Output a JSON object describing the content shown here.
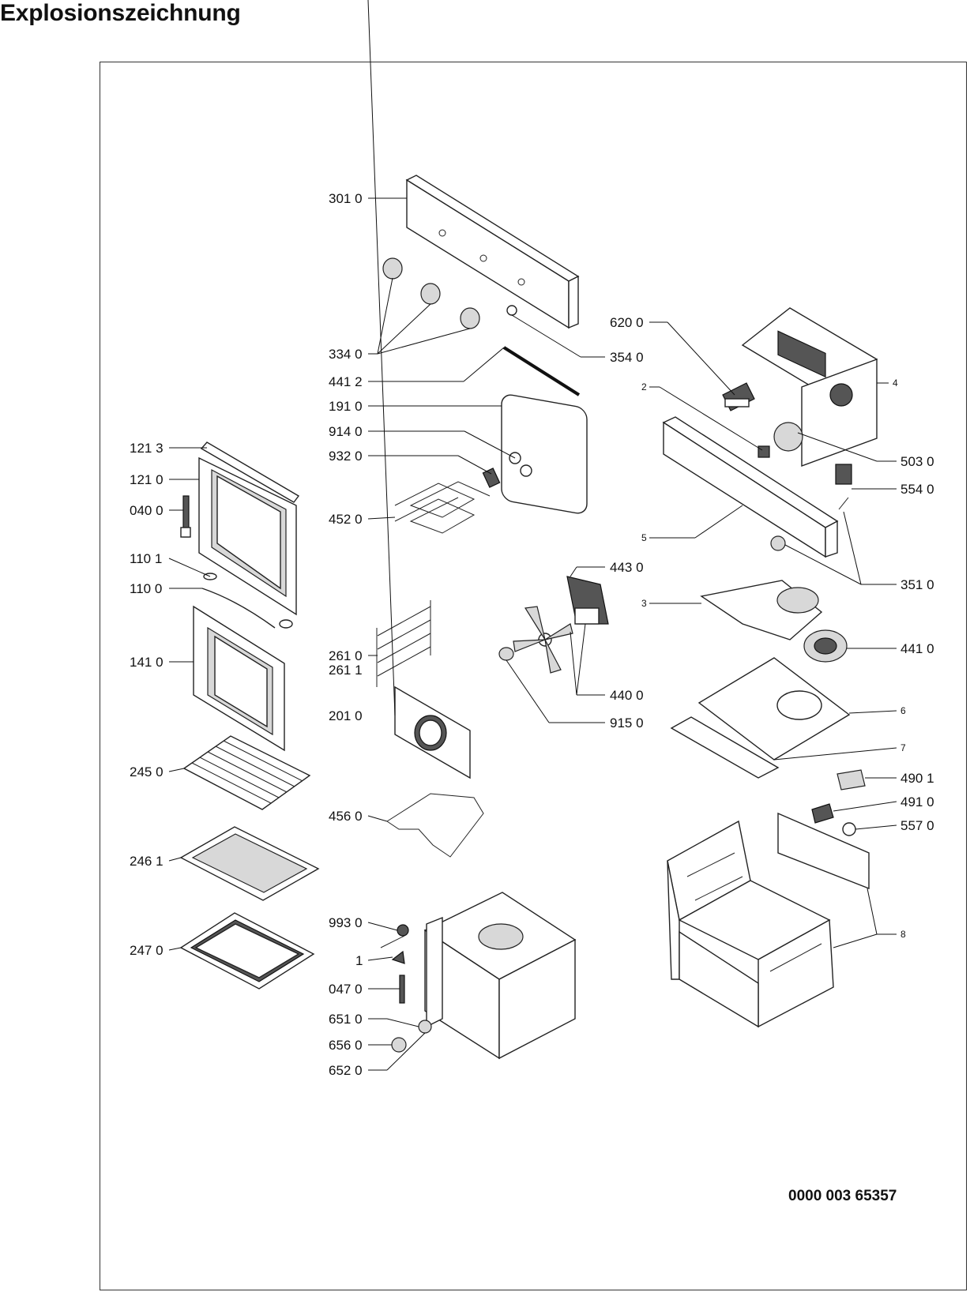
{
  "title": "Explosionszeichnung",
  "document_number": "0000 003 65357",
  "callouts": {
    "c3010": "301 0",
    "c3340": "334 0",
    "c3540": "354 0",
    "c4412": "441 2",
    "c1910": "191 0",
    "c9140": "914 0",
    "c9320": "932 0",
    "c4520": "452 0",
    "c6200": "620 0",
    "c4": "4",
    "c2": "2",
    "c5030": "503 0",
    "c5540": "554 0",
    "c5": "5",
    "c3510": "351 0",
    "c4430": "443 0",
    "c3": "3",
    "c4410": "441 0",
    "c4400": "440 0",
    "c9150": "915 0",
    "c6": "6",
    "c7": "7",
    "c4901": "490 1",
    "c4910": "491 0",
    "c5570": "557 0",
    "c8": "8",
    "c1213": "121 3",
    "c1210": "121 0",
    "c0400": "040 0",
    "c1101": "110 1",
    "c1100": "110 0",
    "c1410": "141 0",
    "c2450": "245 0",
    "c2461": "246 1",
    "c2470": "247 0",
    "c2610": "261 0",
    "c2611": "261 1",
    "c2010": "201 0",
    "c4560": "456 0",
    "c9930": "993 0",
    "c1": "1",
    "c0470": "047 0",
    "c6510": "651 0",
    "c6560": "656 0",
    "c6520": "652 0"
  }
}
